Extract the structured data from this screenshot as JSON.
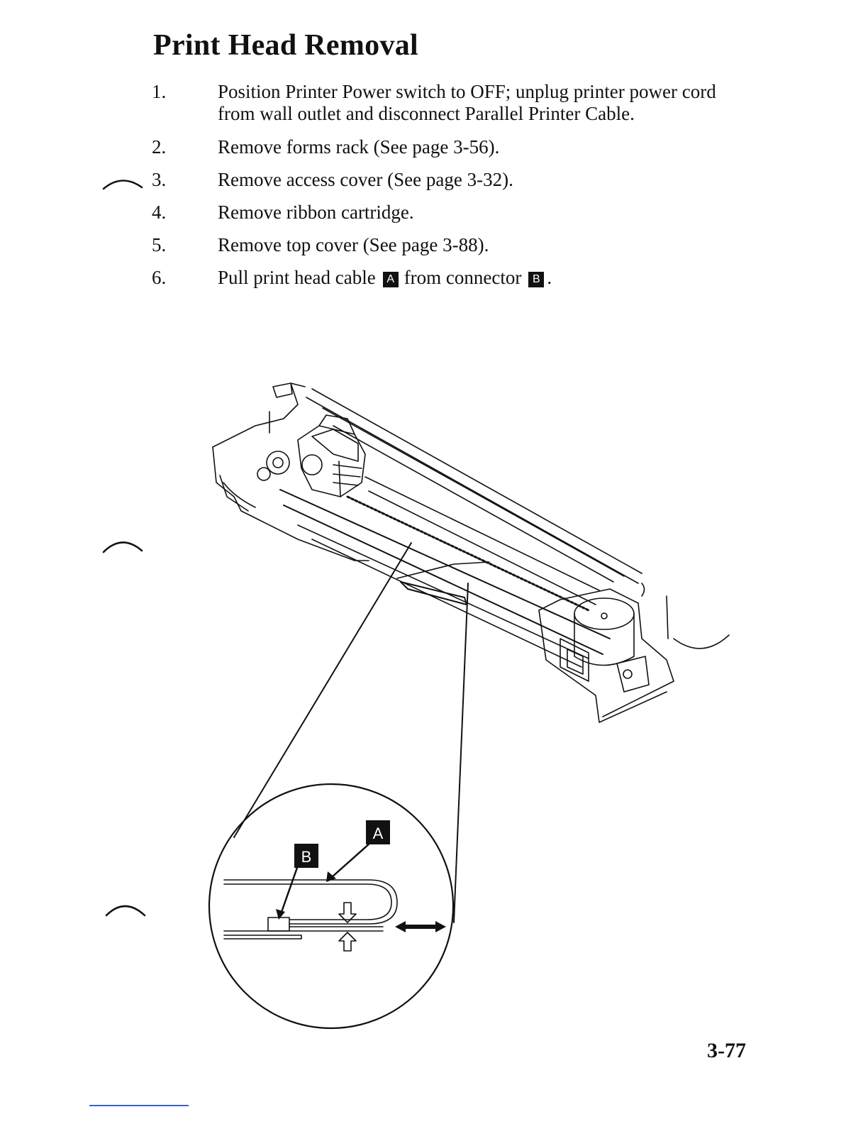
{
  "title": "Print Head Removal",
  "steps": [
    {
      "num": "1.",
      "text": "Position Printer Power switch to OFF; unplug printer power cord from wall outlet and disconnect Parallel Printer Cable."
    },
    {
      "num": "2.",
      "text": "Remove forms rack (See page 3-56)."
    },
    {
      "num": "3.",
      "text": "Remove access cover (See page 3-32)."
    },
    {
      "num": "4.",
      "text": "Remove ribbon cartridge."
    },
    {
      "num": "5.",
      "text": "Remove top cover (See page 3-88)."
    },
    {
      "num": "6.",
      "text_before": "Pull print head cable",
      "badge_a": "A",
      "text_middle": "from connector",
      "badge_b": "B",
      "text_after": "."
    }
  ],
  "figure": {
    "callout_a": "A",
    "callout_b": "B"
  },
  "page_number": "3-77"
}
